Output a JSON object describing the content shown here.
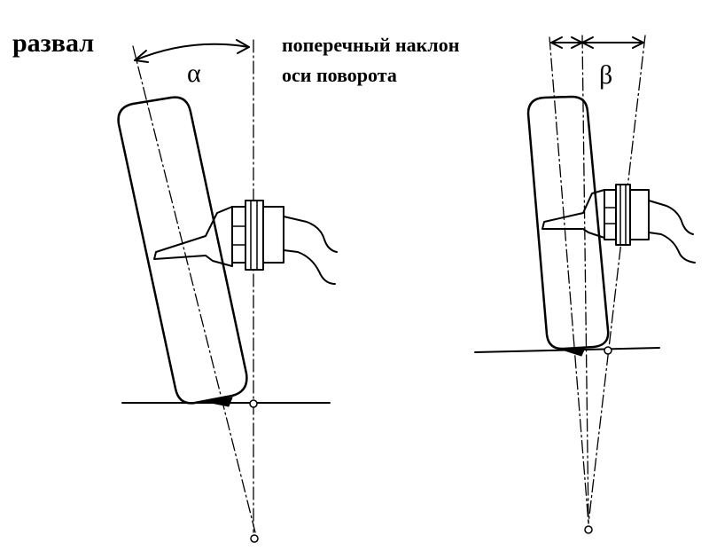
{
  "labels": {
    "camber": "развал",
    "kingpin_line1": "поперечный наклон",
    "kingpin_line2": "оси поворота",
    "alpha": "α",
    "beta": "β"
  },
  "colors": {
    "ink": "#000000",
    "background": "#ffffff"
  }
}
